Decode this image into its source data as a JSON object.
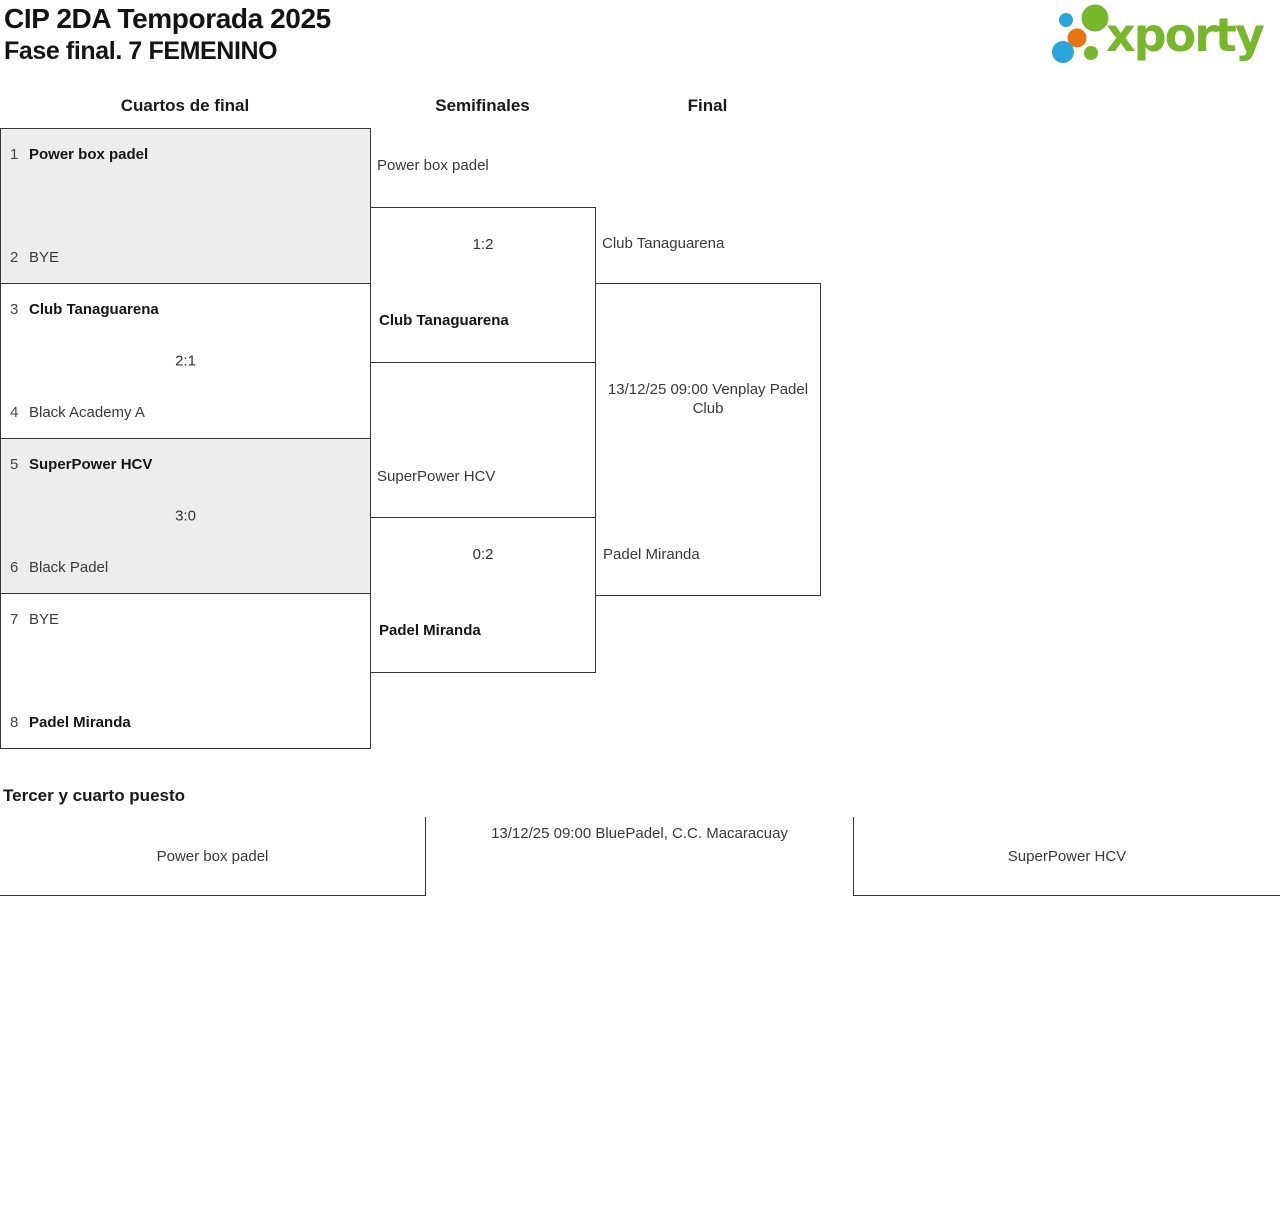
{
  "header": {
    "title_line1": "CIP 2DA Temporada 2025",
    "title_line2": "Fase final. 7 FEMENINO",
    "logo_text": "xporty"
  },
  "rounds": [
    "Cuartos de final",
    "Semifinales",
    "Final"
  ],
  "bracket": {
    "quarterfinals": [
      {
        "seed_top": "1",
        "team_top": "Power box padel",
        "score": "",
        "seed_bottom": "2",
        "team_bottom": "BYE"
      },
      {
        "seed_top": "3",
        "team_top": "Club Tanaguarena",
        "score": "2:1",
        "seed_bottom": "4",
        "team_bottom": "Black Academy A"
      },
      {
        "seed_top": "5",
        "team_top": "SuperPower HCV",
        "score": "3:0",
        "seed_bottom": "6",
        "team_bottom": "Black Padel"
      },
      {
        "seed_top": "7",
        "team_top": "BYE",
        "score": "",
        "seed_bottom": "8",
        "team_bottom": "Padel Miranda"
      }
    ],
    "semifinals": [
      {
        "team_top": "Power box padel",
        "score": "1:2",
        "team_bottom": "Club Tanaguarena"
      },
      {
        "team_top": "SuperPower HCV",
        "score": "0:2",
        "team_bottom": "Padel Miranda"
      }
    ],
    "final": {
      "team_top": "Club Tanaguarena",
      "schedule": "13/12/25 09:00 Venplay Padel Club",
      "team_bottom": "Padel Miranda"
    }
  },
  "third_place": {
    "heading": "Tercer y cuarto puesto",
    "team_left": "Power box padel",
    "schedule": "13/12/25 09:00 BluePadel, C.C. Macaracuay",
    "team_right": "SuperPower HCV"
  },
  "colors": {
    "logo_green": "#76b82a",
    "logo_blue": "#2aa5dc",
    "logo_orange": "#e8740c",
    "border": "#363636",
    "shaded_bg": "#ededed"
  }
}
